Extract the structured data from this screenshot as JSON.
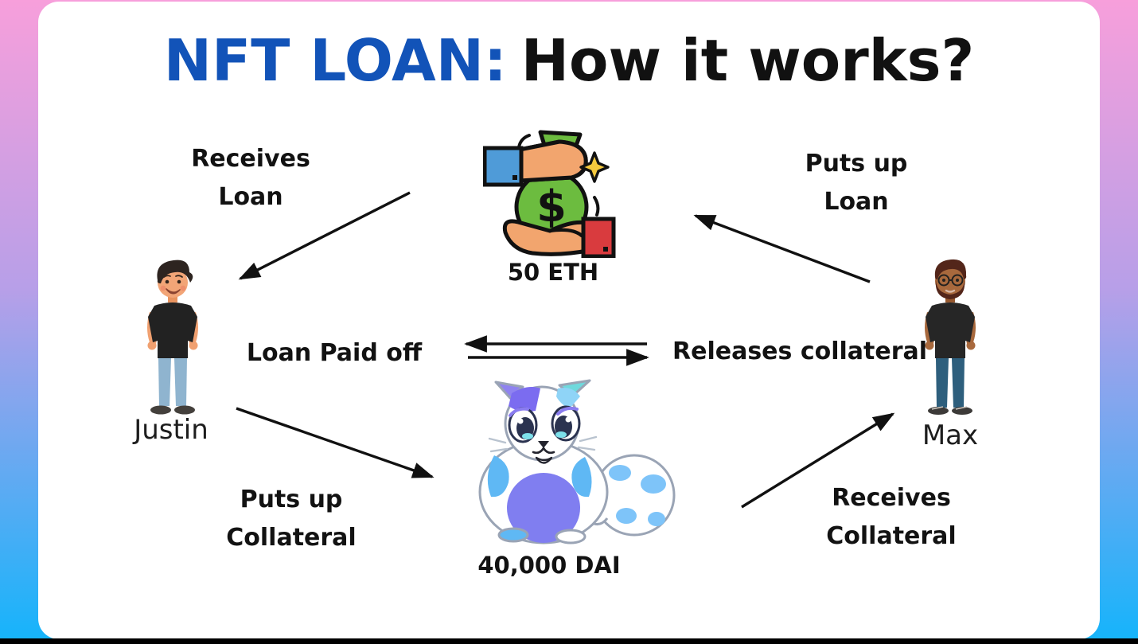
{
  "title": {
    "highlight": "NFT LOAN:",
    "rest": "How it works?"
  },
  "flow_labels": {
    "receives_loan": {
      "line1": "Receives",
      "line2": "Loan"
    },
    "puts_up_loan": {
      "line1": "Puts up",
      "line2": "Loan"
    },
    "loan_paid_off": "Loan Paid off",
    "releases_collateral": "Releases collateral",
    "puts_up_collateral": {
      "line1": "Puts up",
      "line2": "Collateral"
    },
    "receives_collateral": {
      "line1": "Receives",
      "line2": "Collateral"
    }
  },
  "assets": {
    "loan_amount": "50 ETH",
    "collateral_amount": "40,000 DAI"
  },
  "actors": {
    "borrower": "Justin",
    "lender": "Max"
  },
  "icons": {
    "money-loan-icon": "hand giving money bag with dollar sign",
    "sparkle-icon": "✦",
    "cryptokitty-nft-icon": "white and blue cryptokitty cat",
    "borrower-avatar": "young man, black t-shirt, light blue jeans",
    "lender-avatar": "bearded man with glasses, black t-shirt, dark jeans"
  },
  "colors": {
    "gradient_top": "#F79FDB",
    "gradient_bottom": "#14B4FB",
    "title_accent": "#1253B8",
    "text": "#121212"
  }
}
